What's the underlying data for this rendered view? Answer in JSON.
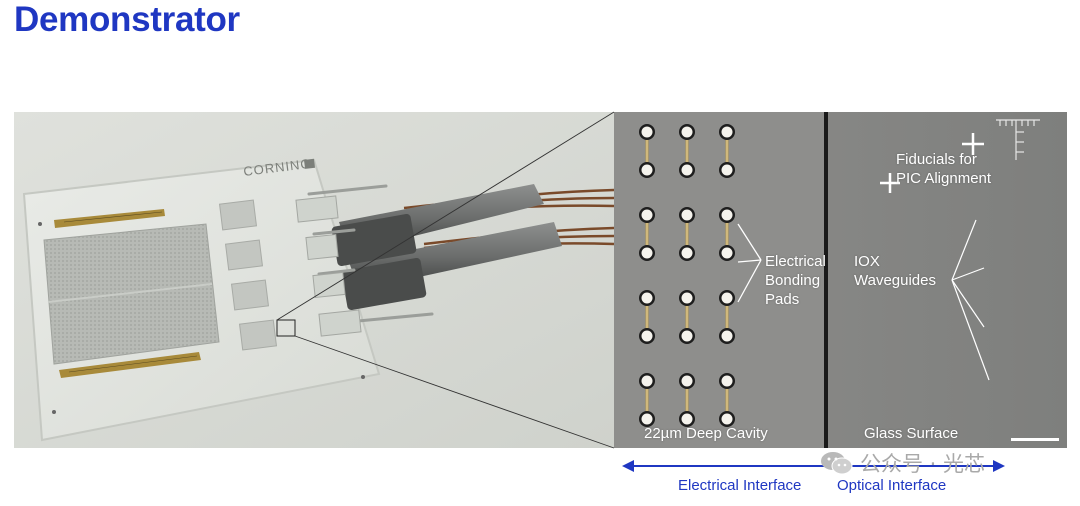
{
  "slide": {
    "title": "Demonstrator"
  },
  "photo": {
    "chip_brand": "CORNING"
  },
  "micrograph": {
    "cavity_label": "22µm Deep Cavity",
    "glass_label": "Glass Surface",
    "pads_label": [
      "Electrical",
      "Bonding",
      "Pads"
    ],
    "waveguides_label": [
      "IOX",
      "Waveguides"
    ],
    "fiducials_label": [
      "Fiducials for",
      "PIC Alignment"
    ]
  },
  "interfaces": {
    "electrical": "Electrical Interface",
    "optical": "Optical Interface",
    "color": "#1f37c2"
  },
  "watermark": {
    "text": "公众号 · 光芯"
  }
}
